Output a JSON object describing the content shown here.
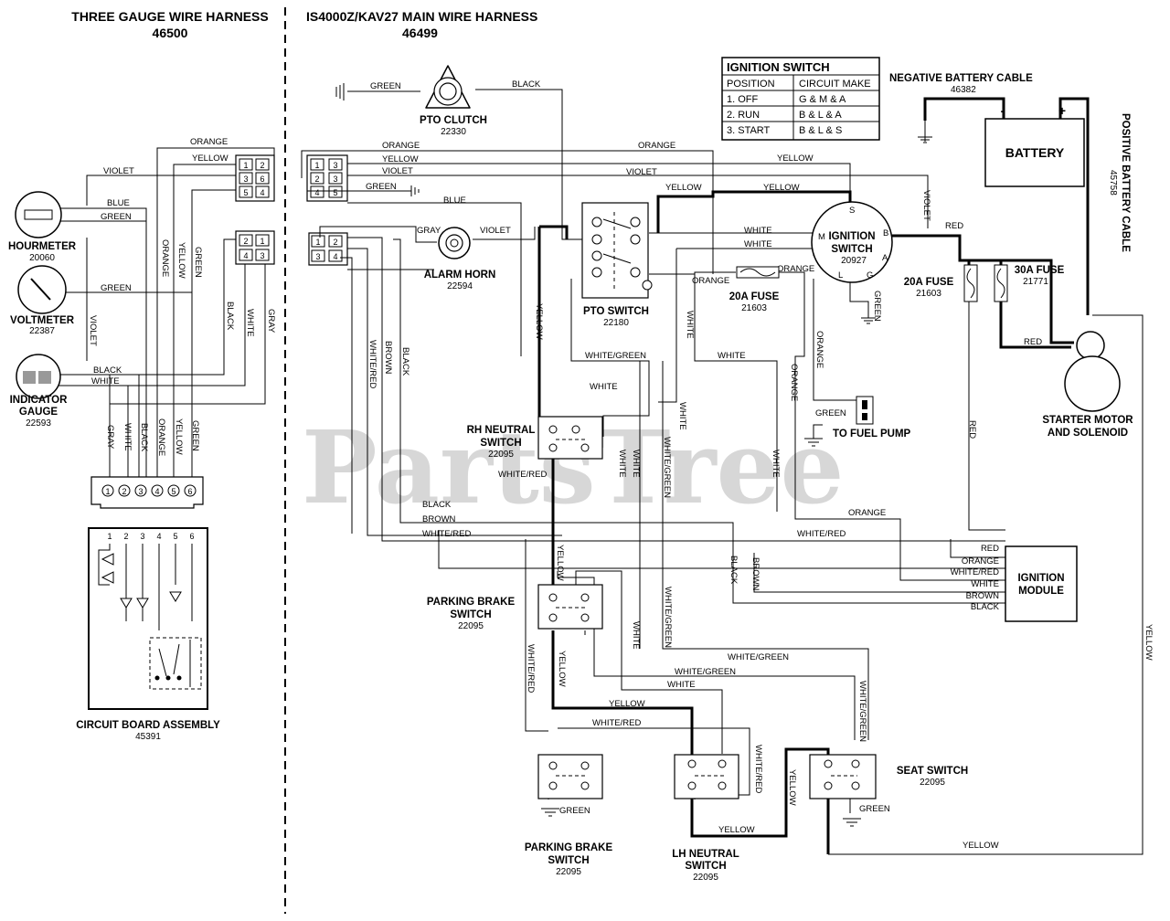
{
  "titles": {
    "left_title": "THREE GAUGE WIRE HARNESS",
    "left_part": "46500",
    "main_title": "IS4000Z/KAV27 MAIN WIRE HARNESS",
    "main_part": "46499"
  },
  "ignition_table": {
    "title": "IGNITION SWITCH",
    "col_position": "POSITION",
    "col_circuit": "CIRCUIT MAKE",
    "rows": [
      {
        "position": "1. OFF",
        "circuit": "G & M & A"
      },
      {
        "position": "2. RUN",
        "circuit": "B & L & A"
      },
      {
        "position": "3. START",
        "circuit": "B & L & S"
      }
    ]
  },
  "components": {
    "hourmeter": {
      "label": "HOURMETER",
      "part": "20060"
    },
    "voltmeter": {
      "label": "VOLTMETER",
      "part": "22387"
    },
    "indicator_gauge": {
      "label1": "INDICATOR",
      "label2": "GAUGE",
      "part": "22593"
    },
    "circuit_board": {
      "label": "CIRCUIT BOARD ASSEMBLY",
      "part": "45391",
      "pins": [
        "1",
        "2",
        "3",
        "4",
        "5",
        "6"
      ]
    },
    "pto_clutch": {
      "label": "PTO CLUTCH",
      "part": "22330"
    },
    "alarm_horn": {
      "label": "ALARM HORN",
      "part": "22594"
    },
    "pto_switch": {
      "label": "PTO SWITCH",
      "part": "22180"
    },
    "ignition_switch": {
      "label1": "IGNITION",
      "label2": "SWITCH",
      "part": "20927",
      "terms": [
        "S",
        "M",
        "B",
        "L",
        "A",
        "G"
      ]
    },
    "fuse_20a_a": {
      "label": "20A FUSE",
      "part": "21603"
    },
    "fuse_20a_b": {
      "label": "20A FUSE",
      "part": "21603"
    },
    "fuse_30a": {
      "label": "30A FUSE",
      "part": "21771"
    },
    "battery": {
      "label": "BATTERY",
      "minus": "-",
      "plus": "+"
    },
    "neg_cable": {
      "label": "NEGATIVE BATTERY CABLE",
      "part": "46382"
    },
    "pos_cable": {
      "label": "POSITIVE BATTERY CABLE",
      "part": "45758"
    },
    "starter": {
      "label1": "STARTER MOTOR",
      "label2": "AND SOLENOID"
    },
    "fuel_pump": {
      "label": "TO FUEL PUMP"
    },
    "rh_neutral": {
      "label1": "RH NEUTRAL",
      "label2": "SWITCH",
      "part": "22095"
    },
    "parking_brake_1": {
      "label1": "PARKING BRAKE",
      "label2": "SWITCH",
      "part": "22095"
    },
    "parking_brake_2": {
      "label1": "PARKING BRAKE",
      "label2": "SWITCH",
      "part": "22095"
    },
    "lh_neutral": {
      "label1": "LH NEUTRAL",
      "label2": "SWITCH",
      "part": "22095"
    },
    "seat_switch": {
      "label": "SEAT SWITCH",
      "part": "22095"
    },
    "ignition_module": {
      "label1": "IGNITION",
      "label2": "MODULE",
      "wires": [
        "RED",
        "ORANGE",
        "WHITE/RED",
        "WHITE",
        "BROWN",
        "BLACK"
      ]
    }
  },
  "connectors": {
    "left_6pin": [
      "1",
      "2",
      "5",
      "6",
      "4",
      "3"
    ],
    "left_4pin": [
      "2",
      "1",
      "4",
      "3"
    ],
    "main_6pin": [
      "1",
      "2",
      "3",
      "4",
      "5",
      "6"
    ],
    "main_4pin": [
      "1",
      "2",
      "3",
      "4"
    ]
  },
  "wires": {
    "orange": "ORANGE",
    "yellow": "YELLOW",
    "violet": "VIOLET",
    "blue": "BLUE",
    "green": "GREEN",
    "black": "BLACK",
    "white": "WHITE",
    "gray": "GRAY",
    "red": "RED",
    "brown": "BROWN",
    "white_red": "WHITE/RED",
    "white_green": "WHITE/GREEN"
  },
  "watermark": "PartsTree"
}
